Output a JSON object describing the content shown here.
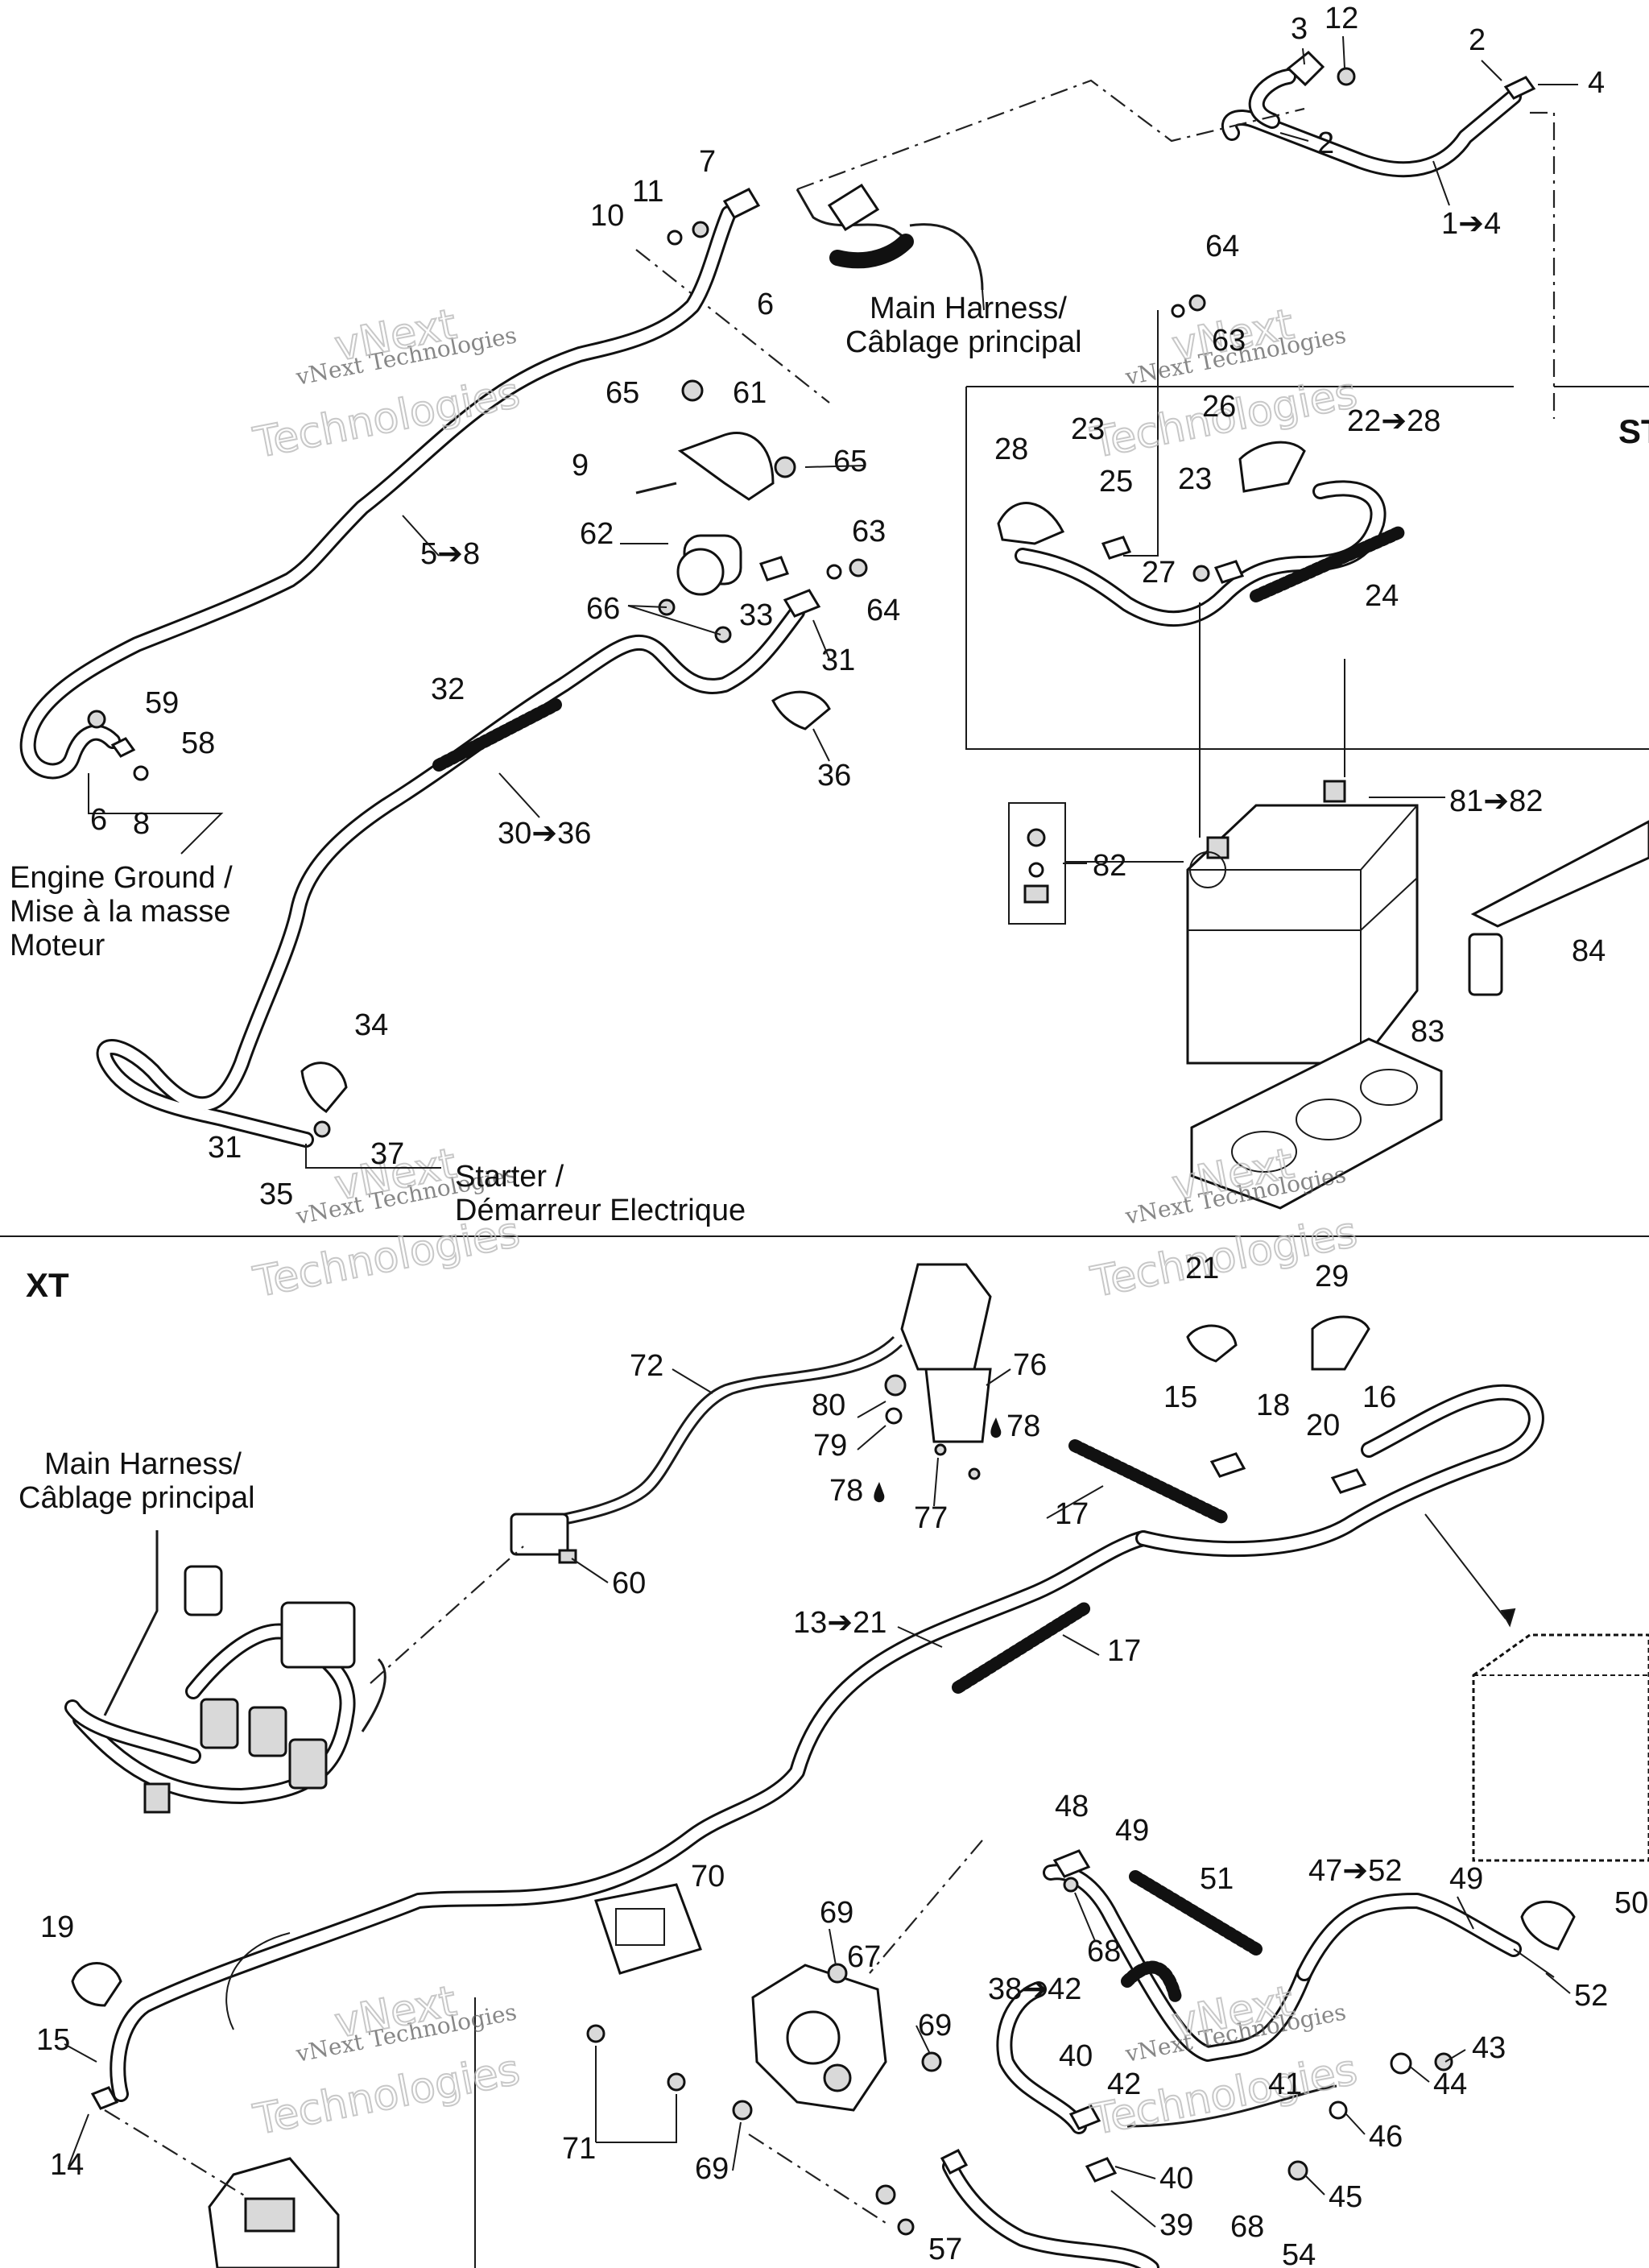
{
  "sections": {
    "st_label": "ST",
    "xt_label": "XT"
  },
  "captions": {
    "main_harness_top_1": "Main Harness/",
    "main_harness_top_2": "Câblage principal",
    "main_harness_left_1": "Main Harness/",
    "main_harness_left_2": "Câblage principal",
    "engine_ground_1": "Engine Ground /",
    "engine_ground_2": "Mise à la masse",
    "engine_ground_3": "Moteur",
    "starter_1": "Starter /",
    "starter_2": "Démarreur Electrique"
  },
  "watermark": {
    "line1": "vNext Technologies",
    "line2": "vNext",
    "line3": "Technologies"
  },
  "callouts": {
    "c3": "3",
    "c12": "12",
    "c2a": "2",
    "c4": "4",
    "c2b": "2",
    "c1_4": "1➔4",
    "c7": "7",
    "c11": "11",
    "c10": "10",
    "c6a": "6",
    "c64a": "64",
    "c63a": "63",
    "c65a": "65",
    "c61": "61",
    "c9": "9",
    "c65b": "65",
    "c62": "62",
    "c63b": "63",
    "c64b": "64",
    "c66": "66",
    "c33": "33",
    "c31a": "31",
    "c5_8": "5➔8",
    "c32": "32",
    "c30_36": "30➔36",
    "c36": "36",
    "c59": "59",
    "c58": "58",
    "c6b": "6",
    "c8": "8",
    "c34": "34",
    "c31b": "31",
    "c37": "37",
    "c35": "35",
    "c28": "28",
    "c23a": "23",
    "c25": "25",
    "c26": "26",
    "c22_28": "22➔28",
    "c23b": "23",
    "c27": "27",
    "c24": "24",
    "c81_82": "81➔82",
    "c82": "82",
    "c83": "83",
    "c84": "84",
    "c72": "72",
    "c80": "80",
    "c79": "79",
    "c76": "76",
    "c78a": "78",
    "c78b": "78",
    "c77": "77",
    "c60": "60",
    "c21": "21",
    "c29": "29",
    "c15a": "15",
    "c18": "18",
    "c16": "16",
    "c20": "20",
    "c17a": "17",
    "c13_21": "13➔21",
    "c17b": "17",
    "c19": "19",
    "c15b": "15",
    "c14": "14",
    "c70": "70",
    "c69a": "69",
    "c67": "67",
    "c69b": "69",
    "c71": "71",
    "c69c": "69",
    "c57": "57",
    "c48": "48",
    "c49a": "49",
    "c68a": "68",
    "c51": "51",
    "c47_52": "47➔52",
    "c49b": "49",
    "c50": "50",
    "c52": "52",
    "c38_42": "38➔42",
    "c40a": "40",
    "c42": "42",
    "c41": "41",
    "c43": "43",
    "c44": "44",
    "c46": "46",
    "c45": "45",
    "c40b": "40",
    "c39": "39",
    "c68b": "68",
    "c54": "54"
  }
}
